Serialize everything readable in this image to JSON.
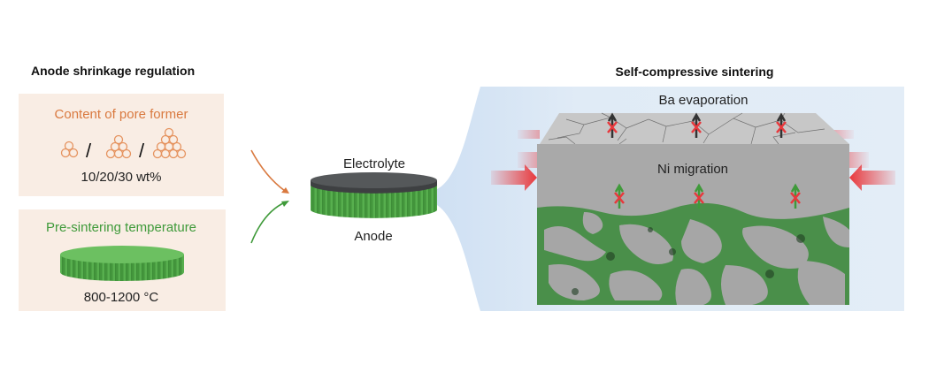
{
  "left": {
    "title": "Anode shrinkage regulation",
    "pore_former": {
      "label": "Content of pore former",
      "value": "10/20/30 wt%",
      "separator": "/"
    },
    "presintering": {
      "label": "Pre-sintering temperature",
      "value": "800-1200 °C"
    }
  },
  "center": {
    "top_label": "Electrolyte",
    "bottom_label": "Anode"
  },
  "right": {
    "title": "Self-compressive sintering",
    "ba_label": "Ba evaporation",
    "ni_label": "Ni migration"
  },
  "colors": {
    "orange": "#d9793f",
    "green": "#3f9a3a",
    "panel_bg": "#f9ede4",
    "blue_bg": "#dde9f5",
    "electrolyte": "#4f5153",
    "grey": "#a9a9a9",
    "red": "#e8383c"
  }
}
